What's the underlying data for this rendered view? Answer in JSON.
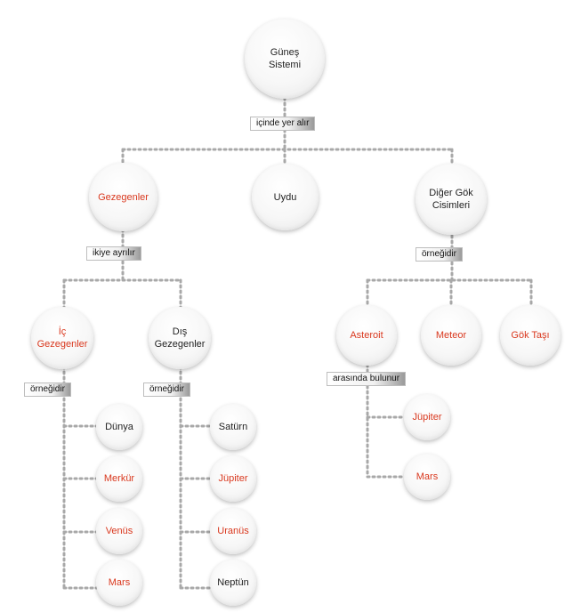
{
  "nodes": {
    "gunes": "Güneş\nSistemi",
    "gezegenler": "Gezegenler",
    "uydu": "Uydu",
    "diger": "Diğer Gök\nCisimleri",
    "ic": "İç\nGezegenler",
    "dis": "Dış\nGezegenler",
    "asteroit": "Asteroit",
    "meteor": "Meteor",
    "goktasi": "Gök Taşı",
    "dunya": "Dünya",
    "merkur": "Merkür",
    "venus": "Venüs",
    "mars_ic": "Mars",
    "saturn": "Satürn",
    "jupiter_dis": "Jüpiter",
    "uranus": "Uranüs",
    "neptun": "Neptün",
    "jupiter_ast": "Jüpiter",
    "mars_ast": "Mars"
  },
  "links": {
    "icinde": "içinde yer alır",
    "ikiye": "ikiye ayrılır",
    "ornegidir_diger": "örneğidir",
    "ornegidir_ic": "örneğidir",
    "ornegidir_dis": "örneğidir",
    "arasinda": "arasında bulunur"
  },
  "colors": {
    "red_text": "#d9381e",
    "dark_text": "#222222",
    "dotted_line": "#a8a8a8"
  }
}
